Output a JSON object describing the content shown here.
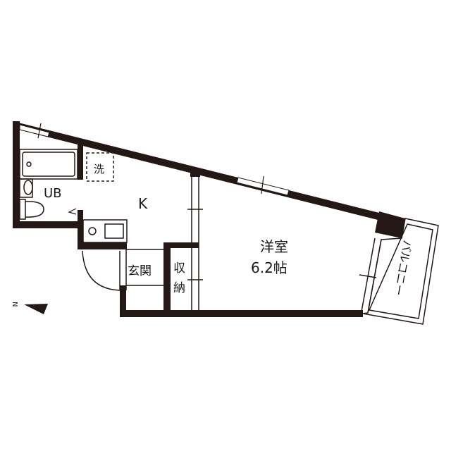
{
  "floorplan": {
    "rooms": {
      "unit_bath": "UB",
      "washer": "洗",
      "kitchen": "K",
      "entrance": "玄関",
      "storage_line1": "収",
      "storage_line2": "納",
      "western_room": "洋室",
      "western_room_size": "6.2帖",
      "balcony": "バルコニー"
    },
    "compass": {
      "label": "N"
    },
    "colors": {
      "wall": "#231815",
      "background": "#ffffff",
      "line": "#231815"
    }
  }
}
